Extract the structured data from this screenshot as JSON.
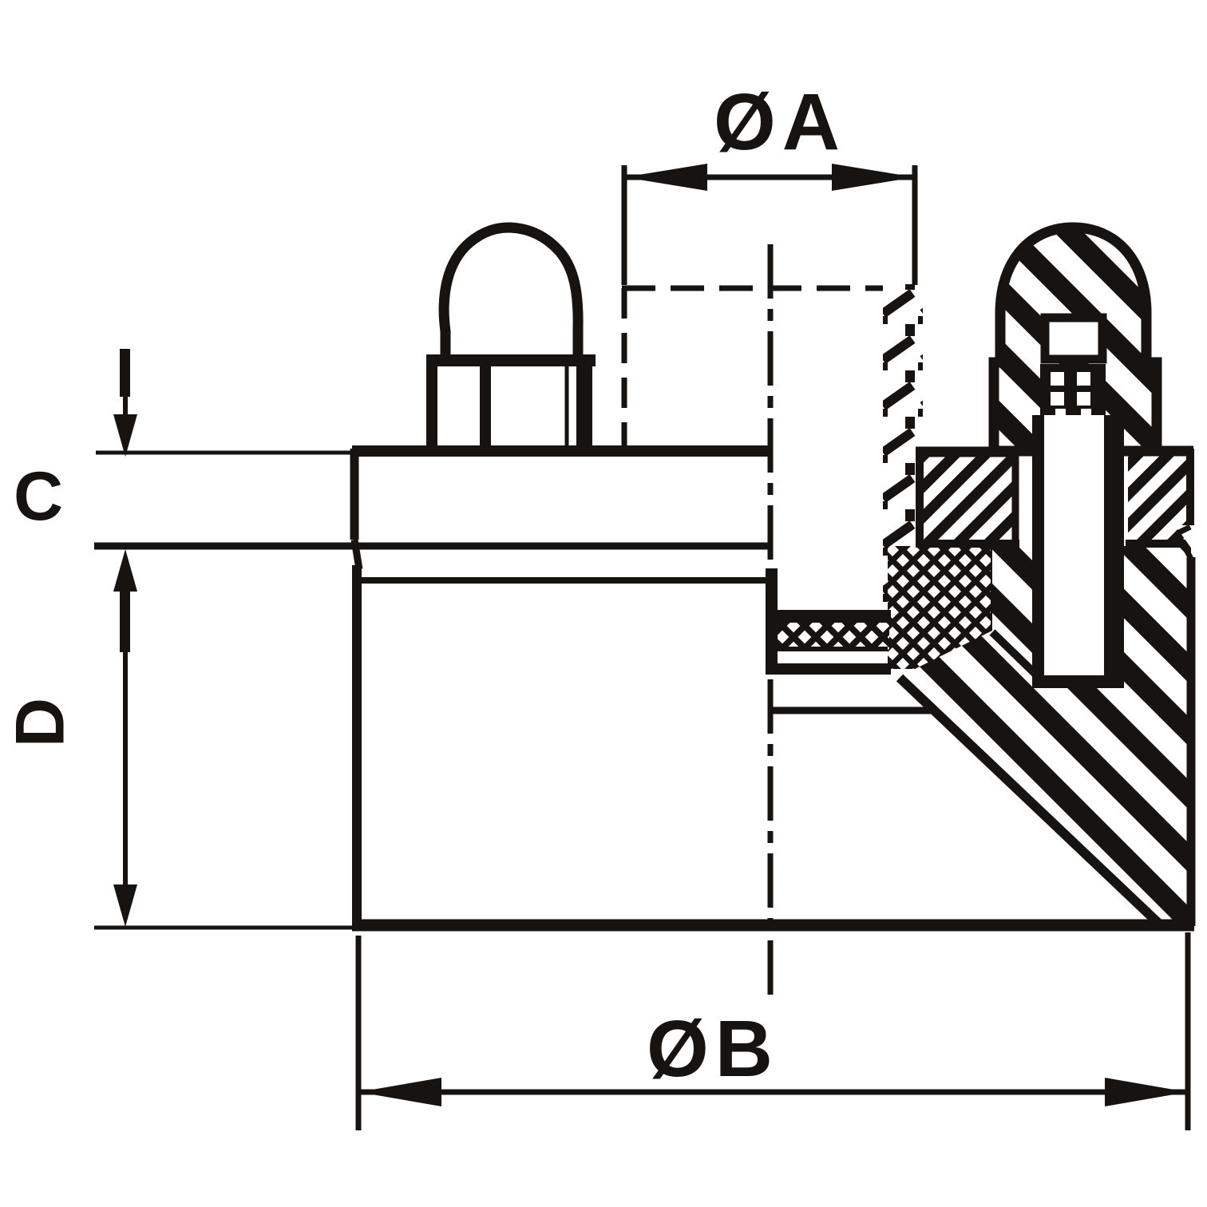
{
  "drawing": {
    "type": "engineering-section-drawing",
    "description": "Cross-section of a flanged tank fitting: vent nipple on flange, slotted screw in section, threaded neck with gasket and conical outlet",
    "labels": {
      "dia_a": "ØA",
      "dia_b": "ØB",
      "thickness_c": "C",
      "depth_d": "D"
    },
    "colors": {
      "ink": "#171310",
      "background": "#ffffff"
    }
  }
}
